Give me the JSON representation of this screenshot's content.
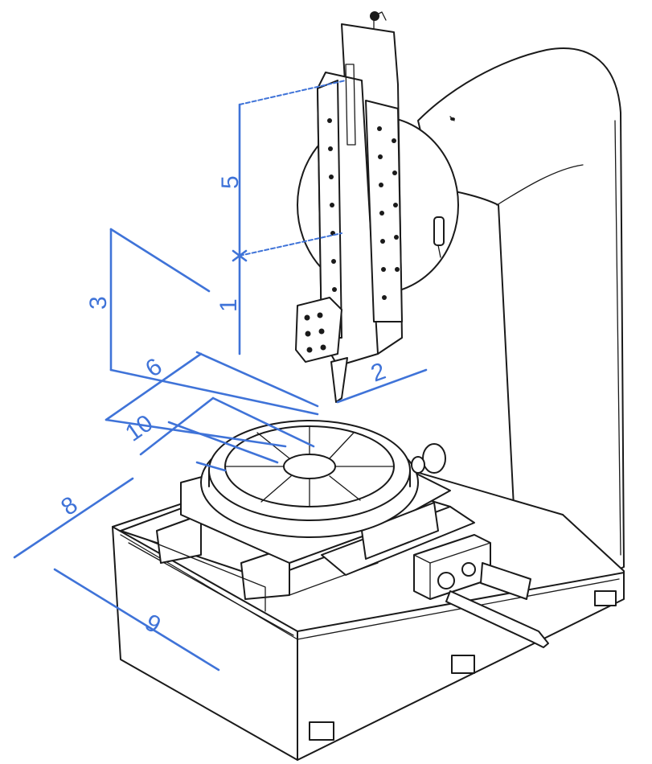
{
  "colors": {
    "line_ink": "#1a1a1a",
    "dimension_blue": "#3f73d8",
    "background": "#ffffff"
  },
  "labels": {
    "l1": "1",
    "l2": "2",
    "l3": "3",
    "l5": "5",
    "l6": "6",
    "l8": "8",
    "l9": "9",
    "l10": "10"
  }
}
